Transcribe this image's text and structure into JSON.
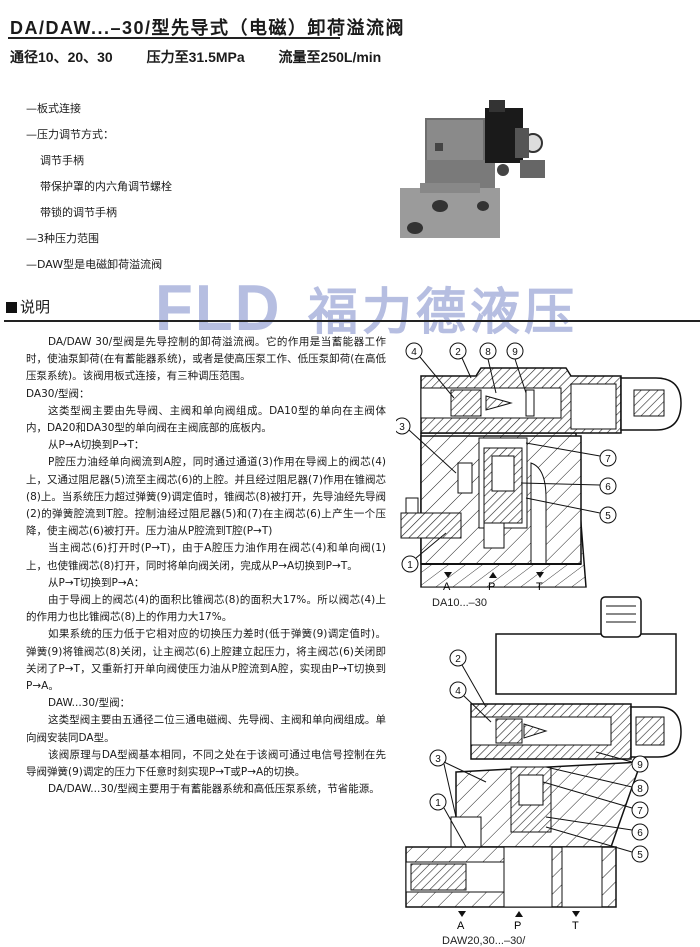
{
  "header": {
    "title": "DA/DAW...–30/型先导式（电磁）卸荷溢流阀",
    "specs": [
      "通径10、20、30",
      "压力至31.5MPa",
      "流量至250L/min"
    ]
  },
  "features": [
    {
      "text": "—板式连接",
      "level": 0
    },
    {
      "text": "—压力调节方式：",
      "level": 0
    },
    {
      "text": "调节手柄",
      "level": 1
    },
    {
      "text": "带保护罩的内六角调节螺栓",
      "level": 1
    },
    {
      "text": "带锁的调节手柄",
      "level": 1
    },
    {
      "text": "—3种压力范围",
      "level": 0
    },
    {
      "text": "—DAW型是电磁卸荷溢流阀",
      "level": 0
    }
  ],
  "watermark": {
    "latin": "FLD",
    "cjk": "福力德液压",
    "color": "#aab3dc"
  },
  "section": {
    "title": "说明"
  },
  "paragraphs": [
    {
      "text": "DA/DAW 30/型阀是先导控制的卸荷溢流阀。它的作用是当蓄能器工作时，使油泵卸荷(在有蓄能器系统)，或者是使高压泵工作、低压泵卸荷(在高低压泵系统)。该阀用板式连接，有三种调压范围。",
      "indent": true
    },
    {
      "text": "DA30/型阀：",
      "indent": false
    },
    {
      "text": "这类型阀主要由先导阀、主阀和单向阀组成。DA10型的单向在主阀体内，DA20和DA30型的单向阀在主阀底部的底板内。",
      "indent": true
    },
    {
      "text": "从P→A切换到P→T：",
      "indent": true
    },
    {
      "text": "P腔压力油经单向阀流到A腔，同时通过通道(3)作用在导阀上的阀芯(4)上，又通过阻尼器(5)流至主阀芯(6)的上腔。并且经过阻尼器(7)作用在锥阀芯(8)上。当系统压力超过弹簧(9)调定值时，锥阀芯(8)被打开，先导油经先导阀(2)的弹簧腔流到T腔。控制油经过阻尼器(5)和(7)在主阀芯(6)上产生一个压降，使主阀芯(6)被打开。压力油从P腔流到T腔(P→T)",
      "indent": true
    },
    {
      "text": "当主阀芯(6)打开时(P→T)，由于A腔压力油作用在阀芯(4)和单向阀(1)上，也使锥阀芯(8)打开，同时将单向阀关闭，完成从P→A切换到P→T。",
      "indent": true
    },
    {
      "text": "从P→T切换到P→A：",
      "indent": true
    },
    {
      "text": "由于导阀上的阀芯(4)的面积比锥阀芯(8)的面积大17%。所以阀芯(4)上的作用力也比锥阀芯(8)上的作用力大17%。",
      "indent": true
    },
    {
      "text": "如果系统的压力低于它相对应的切换压力差时(低于弹簧(9)调定值时)。弹簧(9)将锥阀芯(8)关闭，让主阀芯(6)上腔建立起压力，将主阀芯(6)关闭即关闭了P→T，又重新打开单向阀使压力油从P腔流到A腔，实现由P→T切换到P→A。",
      "indent": true
    },
    {
      "text": "DAW...30/型阀：",
      "indent": true
    },
    {
      "text": "这类型阀主要由五通径二位三通电磁阀、先导阀、主阀和单向阀组成。单向阀安装同DA型。",
      "indent": true
    },
    {
      "text": "该阀原理与DA型阀基本相同，不同之处在于该阀可通过电信号控制在先导阀弹簧(9)调定的压力下任意时刻实现P→T或P→A的切换。",
      "indent": true
    },
    {
      "text": "DA/DAW...30/型阀主要用于有蓄能器系统和高低压泵系统，节省能源。",
      "indent": true
    }
  ],
  "diagrams": [
    {
      "caption": "DA10...–30",
      "callouts": [
        "4",
        "2",
        "8",
        "9",
        "3",
        "7",
        "6",
        "5",
        "1"
      ],
      "ports": [
        "A",
        "P",
        "T"
      ]
    },
    {
      "caption": "DAW20,30...–30/",
      "callouts": [
        "2",
        "4",
        "3",
        "1",
        "9",
        "8",
        "7",
        "6",
        "5"
      ],
      "ports": [
        "A",
        "P",
        "T"
      ]
    }
  ]
}
